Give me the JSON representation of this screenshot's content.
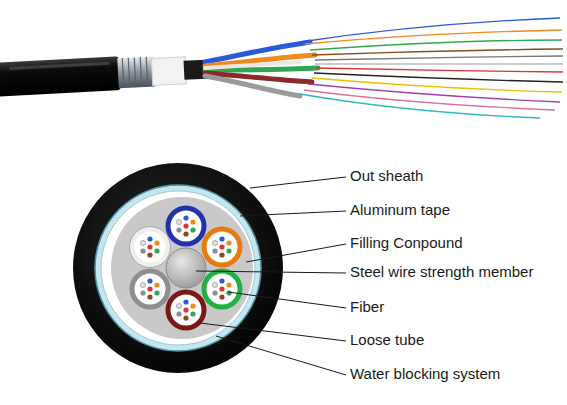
{
  "diagram": {
    "labels": [
      "Out sheath",
      "Aluminum tape",
      "Filling Conpound",
      "Steel wire strength member",
      "Fiber",
      "Loose tube",
      "Water blocking system"
    ]
  }
}
